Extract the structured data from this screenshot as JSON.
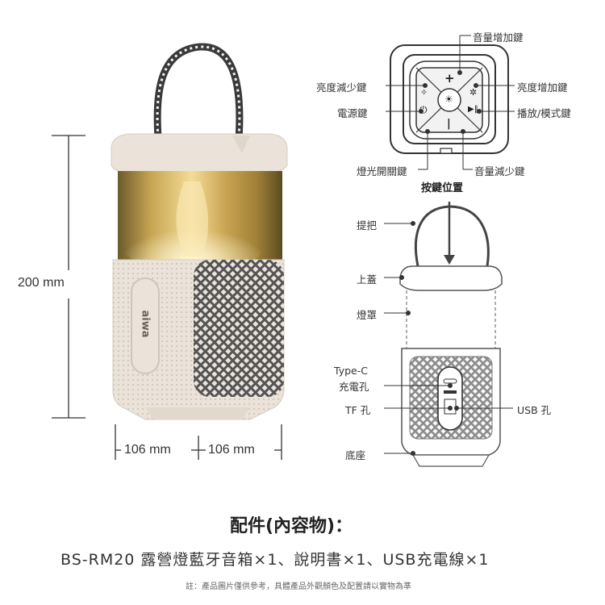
{
  "dimensions": {
    "height": "200 mm",
    "width_left": "106 mm",
    "width_right": "106 mm"
  },
  "product_brand": "aiwa",
  "control_panel": {
    "caption": "按鍵位置",
    "callouts": {
      "volume_up": "音量增加鍵",
      "brightness_down": "亮度減少鍵",
      "brightness_up": "亮度增加鍵",
      "power": "電源鍵",
      "play_mode": "播放/模式鍵",
      "light_switch": "燈光開關鍵",
      "volume_down": "音量減少鍵"
    }
  },
  "side_view": {
    "callouts": {
      "handle": "提把",
      "top_cover": "上蓋",
      "lampshade": "燈罩",
      "type_c_line1": "Type-C",
      "type_c_line2": "充電孔",
      "tf_slot": "TF 孔",
      "usb_port": "USB 孔",
      "base": "底座"
    }
  },
  "accessories": {
    "title": "配件(內容物)：",
    "contents": "BS-RM20 露營燈藍牙音箱×1、說明書×1、USB充電線×1"
  },
  "footnote": "註：產品圖片僅供參考，具體產品外觀顏色及配置請以實物為準",
  "colors": {
    "body_beige": "#ebe3d9",
    "glow_gold": "#d9b45a",
    "line_dark": "#333333"
  }
}
